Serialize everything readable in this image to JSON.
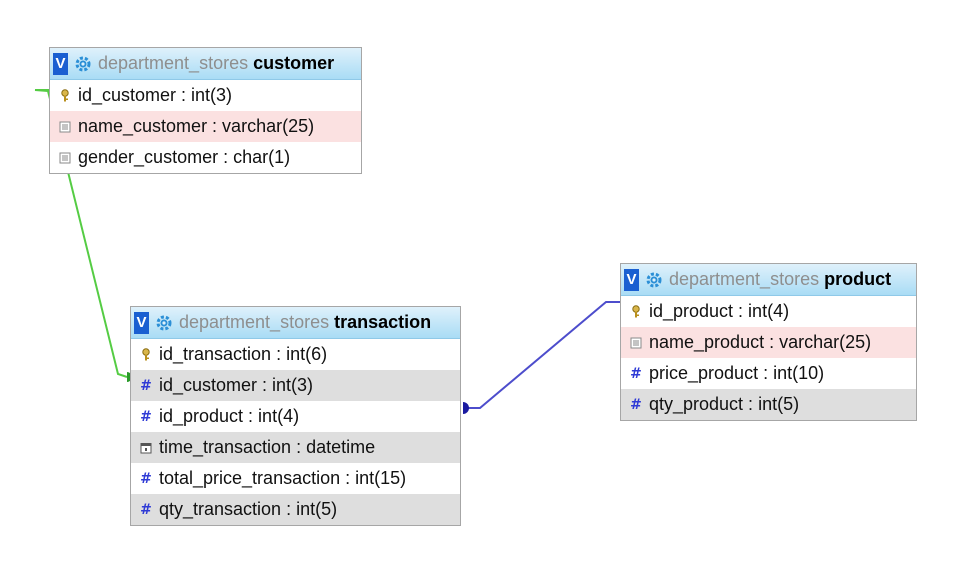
{
  "colors": {
    "header_gradient_top": "#dff1fb",
    "header_gradient_bottom": "#a9dcf5",
    "toggle_blue": "#1a5fd1",
    "relation_customer": "#55cc44",
    "relation_product": "#4d4dcc",
    "row_pink": "#fbe1e1",
    "row_grey": "#dedede"
  },
  "tables": {
    "customer": {
      "toggle_label": "V",
      "db_name": "department_stores",
      "table_name": "customer",
      "columns": [
        {
          "text": "id_customer : int(3)",
          "icon": "primary-key-icon"
        },
        {
          "text": "name_customer : varchar(25)",
          "icon": "text-field-icon"
        },
        {
          "text": "gender_customer : char(1)",
          "icon": "text-field-icon"
        }
      ]
    },
    "transaction": {
      "toggle_label": "V",
      "db_name": "department_stores",
      "table_name": "transaction",
      "columns": [
        {
          "text": "id_transaction : int(6)",
          "icon": "primary-key-icon"
        },
        {
          "text": "id_customer : int(3)",
          "icon": "numeric-field-icon"
        },
        {
          "text": "id_product : int(4)",
          "icon": "numeric-field-icon"
        },
        {
          "text": "time_transaction : datetime",
          "icon": "datetime-field-icon"
        },
        {
          "text": "total_price_transaction : int(15)",
          "icon": "numeric-field-icon"
        },
        {
          "text": "qty_transaction : int(5)",
          "icon": "numeric-field-icon"
        }
      ]
    },
    "product": {
      "toggle_label": "V",
      "db_name": "department_stores",
      "table_name": "product",
      "columns": [
        {
          "text": "id_product : int(4)",
          "icon": "primary-key-icon"
        },
        {
          "text": "name_product : varchar(25)",
          "icon": "text-field-icon"
        },
        {
          "text": "price_product : int(10)",
          "icon": "numeric-field-icon"
        },
        {
          "text": "qty_product : int(5)",
          "icon": "numeric-field-icon"
        }
      ]
    }
  }
}
